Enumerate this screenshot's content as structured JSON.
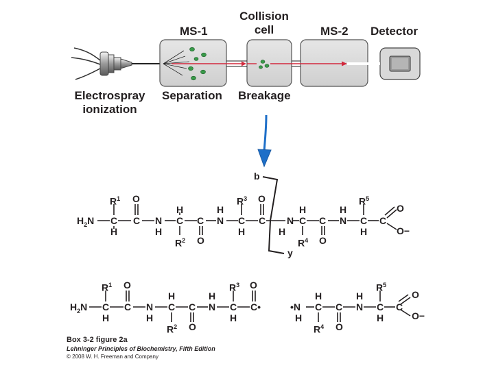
{
  "instrument": {
    "labels": {
      "ms1": "MS-1",
      "collision_line1": "Collision",
      "collision_line2": "cell",
      "ms2": "MS-2",
      "detector": "Detector",
      "electrospray_line1": "Electrospray",
      "electrospray_line2": "ionization",
      "separation": "Separation",
      "breakage": "Breakage"
    },
    "colors": {
      "droplet": "#3a9a4a",
      "beam": "#d2283c",
      "arrow": "#1e6fc8",
      "box_fill": "#d9d9d9",
      "box_stroke": "#555555"
    }
  },
  "peptide": {
    "b_label": "b",
    "y_label": "y",
    "n_term": "H2N",
    "groups": {
      "r1": "R1",
      "r2": "R2",
      "r3": "R3",
      "r4": "R4",
      "r5": "R5"
    },
    "c_term": "O−"
  },
  "caption": {
    "title": "Box 3-2 figure 2a",
    "source": "Lehninger Principles of Biochemistry, Fifth Edition",
    "copyright": "© 2008 W. H. Freeman and Company"
  }
}
